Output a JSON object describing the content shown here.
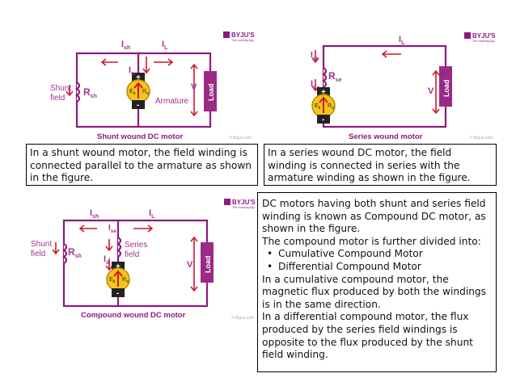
{
  "colors": {
    "wire": "#8e1a7c",
    "text": "#a3338f",
    "load_fill": "#9b2a86",
    "motor_fill": "#f5c518",
    "arrow": "#d0192b",
    "brand": "#8e1a7c"
  },
  "brand": {
    "name": "BYJU'S",
    "tagline": "The Learning App",
    "copyright": "© Byjus.com"
  },
  "shunt_diagram": {
    "label_ish_main": "I",
    "label_ish_sub": "sh",
    "label_il_main": "I",
    "label_il_sub": "L",
    "label_ia_main": "I",
    "label_ia_sub": "a",
    "field_label_line1": "Shunt",
    "field_label_line2": "field",
    "rsh_main": "R",
    "rsh_sub": "sh",
    "eb": "E",
    "eb_sub": "b",
    "ra": "R",
    "ra_sub": "a",
    "plus": "+",
    "minus": "-",
    "armature": "Armature",
    "v": "V",
    "load": "Load",
    "caption": "Shunt wound DC motor"
  },
  "series_diagram": {
    "label_il_main": "I",
    "label_il_sub": "L",
    "label_ise_main": "I",
    "label_ise_sub": "se",
    "rse_main": "R",
    "rse_sub": "se",
    "label_ia_main": "I",
    "label_ia_sub": "a",
    "eb": "E",
    "eb_sub": "b",
    "ra": "R",
    "ra_sub": "a",
    "plus": "+",
    "minus": "-",
    "v": "V",
    "load": "Load",
    "caption": "Series wound motor"
  },
  "compound_diagram": {
    "label_ish_main": "I",
    "label_ish_sub": "sh",
    "label_il_main": "I",
    "label_il_sub": "L",
    "label_ise_main": "I",
    "label_ise_sub": "se",
    "series_line1": "Series",
    "series_line2": "field",
    "field_label_line1": "Shunt",
    "field_label_line2": "field",
    "rsh_main": "R",
    "rsh_sub": "sh",
    "label_ia_main": "I",
    "label_ia_sub": "a",
    "eb": "E",
    "eb_sub": "b",
    "ra": "R",
    "ra_sub": "a",
    "plus": "+",
    "minus": "-",
    "v": "V",
    "load": "Load",
    "caption": "Compound wound DC motor"
  },
  "shunt_text": {
    "pre": "In a ",
    "bold": "shunt wound motor",
    "post": ", the field winding is connected parallel to the armature as shown in the figure."
  },
  "series_text": {
    "pre": "In a ",
    "bold": "series wound DC motor",
    "post": ", the field winding is connected in series with the armature winding as shown in the figure."
  },
  "compound_text": {
    "p1_pre": "DC motors having both shunt and series field winding is known as ",
    "p1_bold": "Compound DC motor",
    "p1_post": ", as shown in the figure.",
    "p2": "The compound motor is further divided into:",
    "bullet": "•",
    "items": [
      "Cumulative Compound Motor",
      "Differential Compound Motor"
    ],
    "p3_pre": "In a ",
    "p3_bold": "cumulative compound motor",
    "p3_post": ", the magnetic flux produced by both the windings is in the same direction.",
    "p4_pre": "In a ",
    "p4_bold": "differential compound motor",
    "p4_post": ", the flux produced by the series field windings is opposite to the flux produced by the shunt field winding."
  }
}
